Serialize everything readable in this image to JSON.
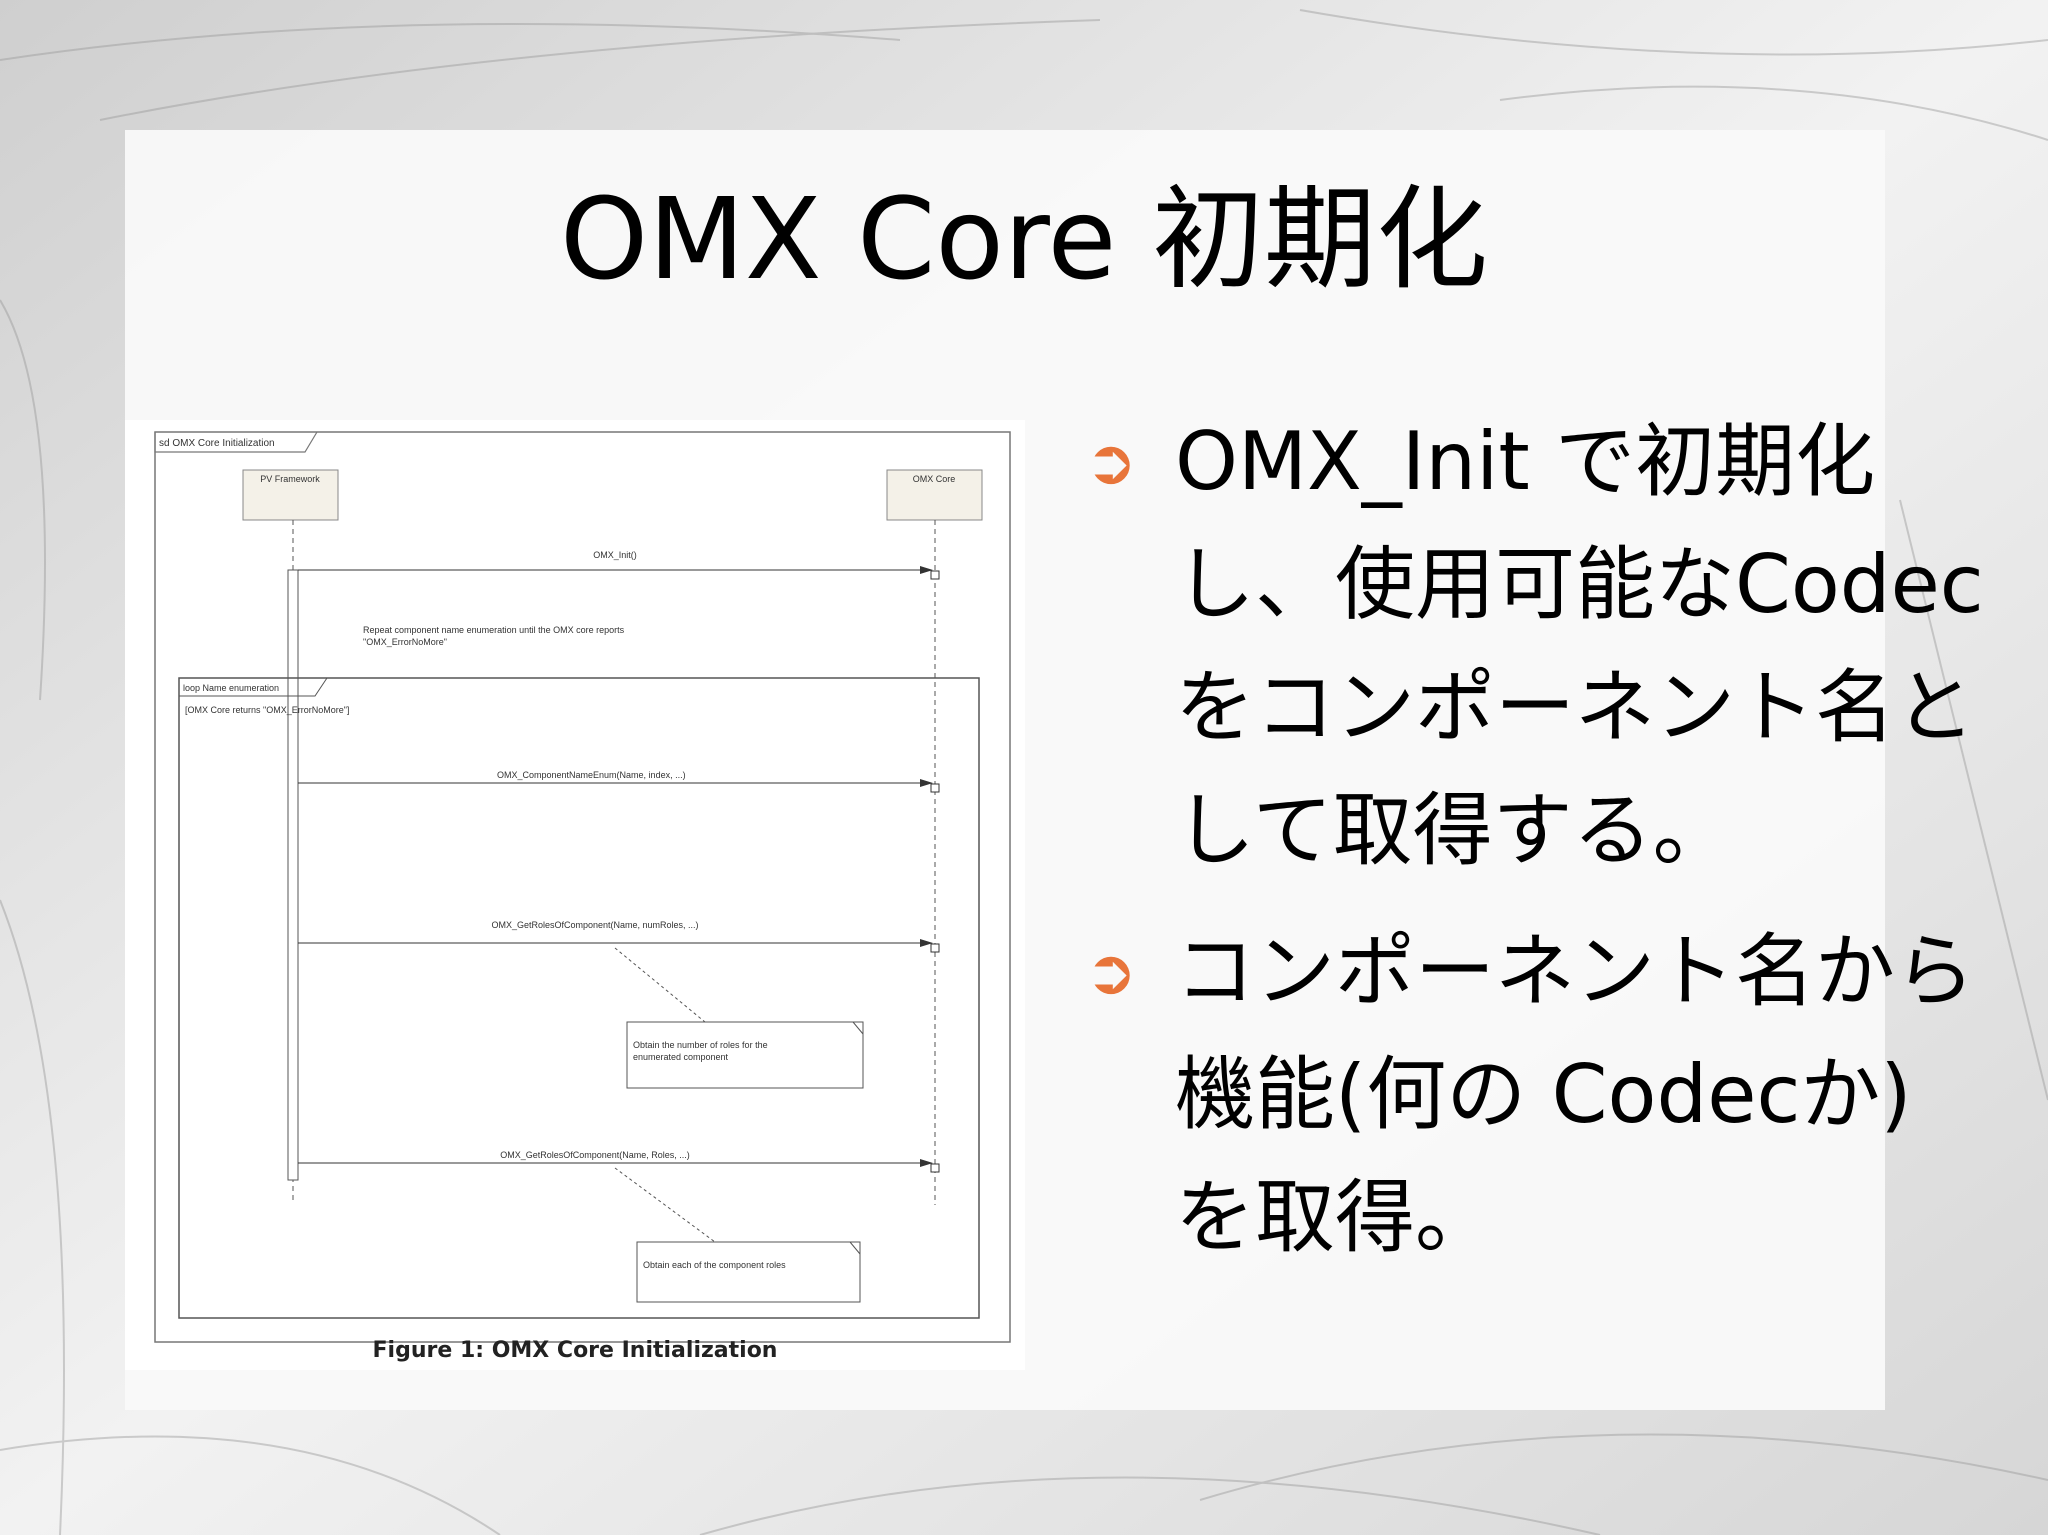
{
  "slide": {
    "title": "OMX Core 初期化",
    "bullets": [
      {
        "icon": "arrow-bullet-icon",
        "text": "OMX_Init で初期化し、使用可能なCodec をコンポーネント名として取得する。"
      },
      {
        "icon": "arrow-bullet-icon",
        "text": "コンポーネント名から機能(何の Codecか)を取得。"
      }
    ],
    "accent_color": "#e8753a"
  },
  "figure": {
    "frame_label": "sd OMX Core Initialization",
    "lifelines": [
      "PV Framework",
      "OMX Core"
    ],
    "messages": [
      "OMX_Init()",
      "OMX_ComponentNameEnum(Name, index, ...)",
      "OMX_GetRolesOfComponent(Name, numRoles, ...)",
      "OMX_GetRolesOfComponent(Name, Roles, ...)"
    ],
    "repeat_note_line1": "Repeat component name enumeration until the OMX core reports",
    "repeat_note_line2": "\"OMX_ErrorNoMore\"",
    "loop_label": "loop Name enumeration",
    "guard": "[OMX Core returns \"OMX_ErrorNoMore\"]",
    "note1_line1": "Obtain the number of roles for the",
    "note1_line2": "enumerated component",
    "note2": "Obtain each of the component roles",
    "caption": "Figure 1: OMX Core Initialization"
  }
}
